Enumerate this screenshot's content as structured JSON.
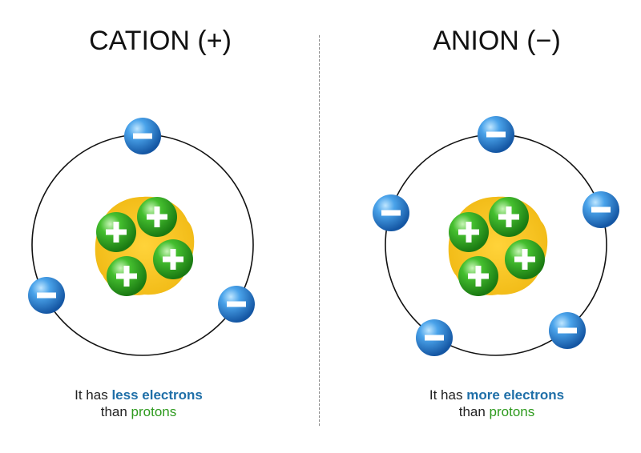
{
  "cation": {
    "title": "CATION (+)",
    "caption_prefix": "It has ",
    "caption_emphasis": "less electrons",
    "caption_middle": "than ",
    "caption_protons": "protons",
    "proton_count": 4,
    "electron_count": 3,
    "proton_sign": "+",
    "electron_sign": "−"
  },
  "anion": {
    "title": "ANION (−)",
    "caption_prefix": "It has ",
    "caption_emphasis": "more electrons",
    "caption_middle": "than ",
    "caption_protons": "protons",
    "proton_count": 4,
    "electron_count": 5,
    "proton_sign": "+",
    "electron_sign": "−"
  },
  "colors": {
    "electron": "#2a86d6",
    "proton": "#3fb52a",
    "nucleus_glow": "#f6c319",
    "orbit": "#111111",
    "emphasis_blue": "#1f6fa8",
    "emphasis_green": "#2e9a1e"
  }
}
